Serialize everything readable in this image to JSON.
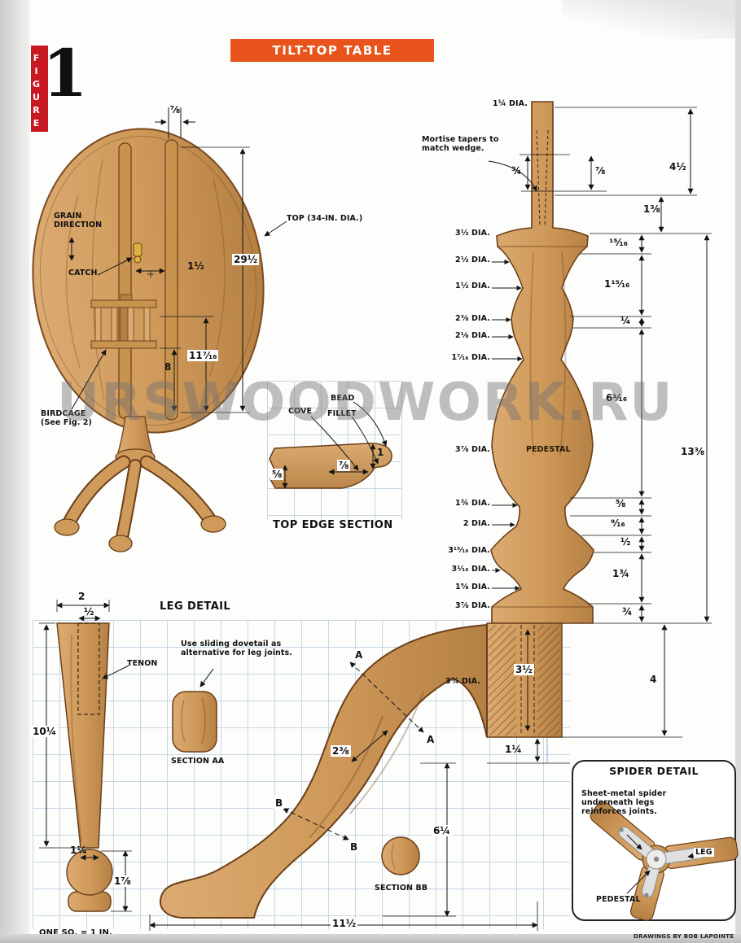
{
  "page": {
    "figure_word": "FIGURE",
    "figure_number": "1",
    "banner_title": "TILT-TOP TABLE",
    "watermark": "URSWOODWORK.RU",
    "credit": "DRAWINGS BY BOB LAPOINTE",
    "scale_note": "ONE SQ. = 1 IN."
  },
  "colors": {
    "banner_bg": "#e8541c",
    "figure_tab_bg": "#c81822",
    "wood_light": "#dcab72",
    "wood_mid": "#cf9a5a",
    "wood_dark": "#b5804486",
    "outline": "#6b3f1a",
    "grid_line": "#c6d7e5",
    "dim_line": "#141414"
  },
  "top_view": {
    "grain_label": "GRAIN DIRECTION",
    "catch_label": "CATCH",
    "top_label": "TOP (34-IN. DIA.)",
    "birdcage_label": "BIRDCAGE (See Fig. 2)",
    "dims": [
      "⅞",
      "1½",
      "29½",
      "11⁷⁄₁₆",
      "8"
    ]
  },
  "top_edge_section": {
    "caption": "TOP EDGE SECTION",
    "cove": "COVE",
    "bead": "BEAD",
    "fillet": "FILLET",
    "dims": [
      "⅝",
      "⅞",
      "1"
    ]
  },
  "pedestal": {
    "note": "Mortise tapers to match wedge.",
    "name_label": "PEDESTAL",
    "dia_labels": [
      "1¼ DIA.",
      "3½ DIA.",
      "2½ DIA.",
      "1½ DIA.",
      "2⅜ DIA.",
      "2⅛ DIA.",
      "1⁷⁄₁₆ DIA.",
      "3⅞ DIA.",
      "1¾ DIA.",
      "2 DIA.",
      "3¹⁵⁄₁₆ DIA.",
      "3¹⁄₁₆ DIA.",
      "1⅝ DIA.",
      "3⅞ DIA.",
      "3¾ DIA."
    ],
    "dims": [
      "¾",
      "⅞",
      "4½",
      "1⅜",
      "¹⁵⁄₁₆",
      "1¹⁵⁄₁₆",
      "¼",
      "6¹⁄₁₆",
      "13⅜",
      "⅝",
      "⁹⁄₁₆",
      "½",
      "1¾",
      "¾",
      "3½",
      "4",
      "1¼"
    ]
  },
  "leg_detail": {
    "title": "LEG DETAIL",
    "tenon_label": "TENON",
    "note": "Use sliding dovetail as alternative for leg joints.",
    "section_aa": "SECTION AA",
    "section_bb": "SECTION BB",
    "marker_a": "A",
    "marker_b": "B",
    "dims": [
      "2",
      "½",
      "10¼",
      "1¼",
      "1⅞",
      "2⅜",
      "6¼",
      "11½"
    ]
  },
  "spider_detail": {
    "title": "SPIDER DETAIL",
    "note": "Sheet-metal spider underneath legs reinforces joints.",
    "leg_label": "LEG",
    "pedestal_label": "PEDESTAL"
  }
}
